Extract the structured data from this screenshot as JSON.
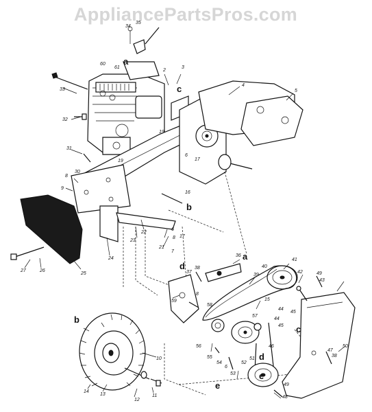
{
  "watermark": "AppliancePartsPros.com",
  "callouts": {
    "n2": "2",
    "n3": "3",
    "n4": "4",
    "n5": "5",
    "n6": "6",
    "n7": "7",
    "n8": "8",
    "n9": "9",
    "n10": "10",
    "n11": "11",
    "n12": "12",
    "n13": "13",
    "n14": "14",
    "n15": "15",
    "n16": "16",
    "n17": "17",
    "n19": "19",
    "n21": "21",
    "n22": "22",
    "n23": "23",
    "n24": "24",
    "n25": "25",
    "n26": "26",
    "n27": "27",
    "n30": "30",
    "n31": "31",
    "n32": "32",
    "n33": "33",
    "n34": "34",
    "n35": "35",
    "n36": "36",
    "n37": "37",
    "n38": "38",
    "n39": "39",
    "n40": "40",
    "n41": "41",
    "n42": "42",
    "n43": "43",
    "n44": "44",
    "n45": "45",
    "n46": "46",
    "n47": "47",
    "n48": "48",
    "n49": "49",
    "n50": "50",
    "n51": "51",
    "n52": "52",
    "n53": "53",
    "n54": "54",
    "n55": "55",
    "n56": "56",
    "n57": "57",
    "n58": "58",
    "n59": "59",
    "n60": "60",
    "n61": "61"
  },
  "letters": {
    "a": "a",
    "b": "b",
    "c": "c",
    "d": "d",
    "e": "e"
  }
}
